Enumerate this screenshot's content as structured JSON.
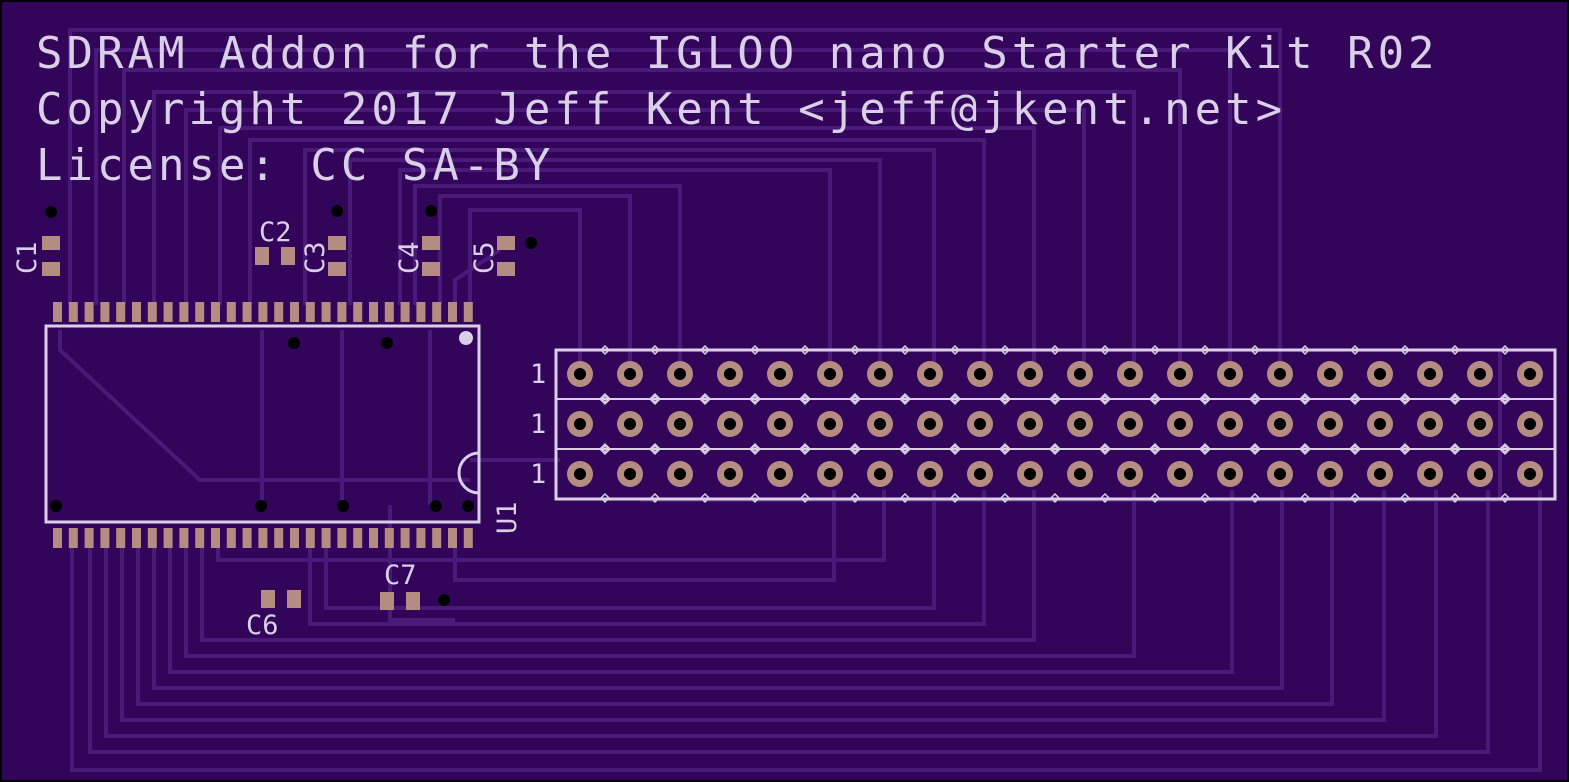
{
  "board": {
    "title_lines": [
      "SDRAM Addon for the IGLOO nano Starter Kit R02",
      "Copyright 2017 Jeff Kent <jeff@jkent.net>",
      "License: CC SA-BY"
    ],
    "colors": {
      "substrate": "#32055a",
      "traces": "#4a1a78",
      "silkscreen": "#d9cfe6",
      "pads": "#b58c82",
      "drill": "#000000"
    }
  },
  "components": {
    "c1": "C1",
    "c2": "C2",
    "c3": "C3",
    "c4": "C4",
    "c5": "C5",
    "c6": "C6",
    "c7": "C7",
    "u1": "U1"
  },
  "header": {
    "row_labels": [
      "1",
      "1",
      "1"
    ],
    "rows": 3,
    "cols": 20
  }
}
